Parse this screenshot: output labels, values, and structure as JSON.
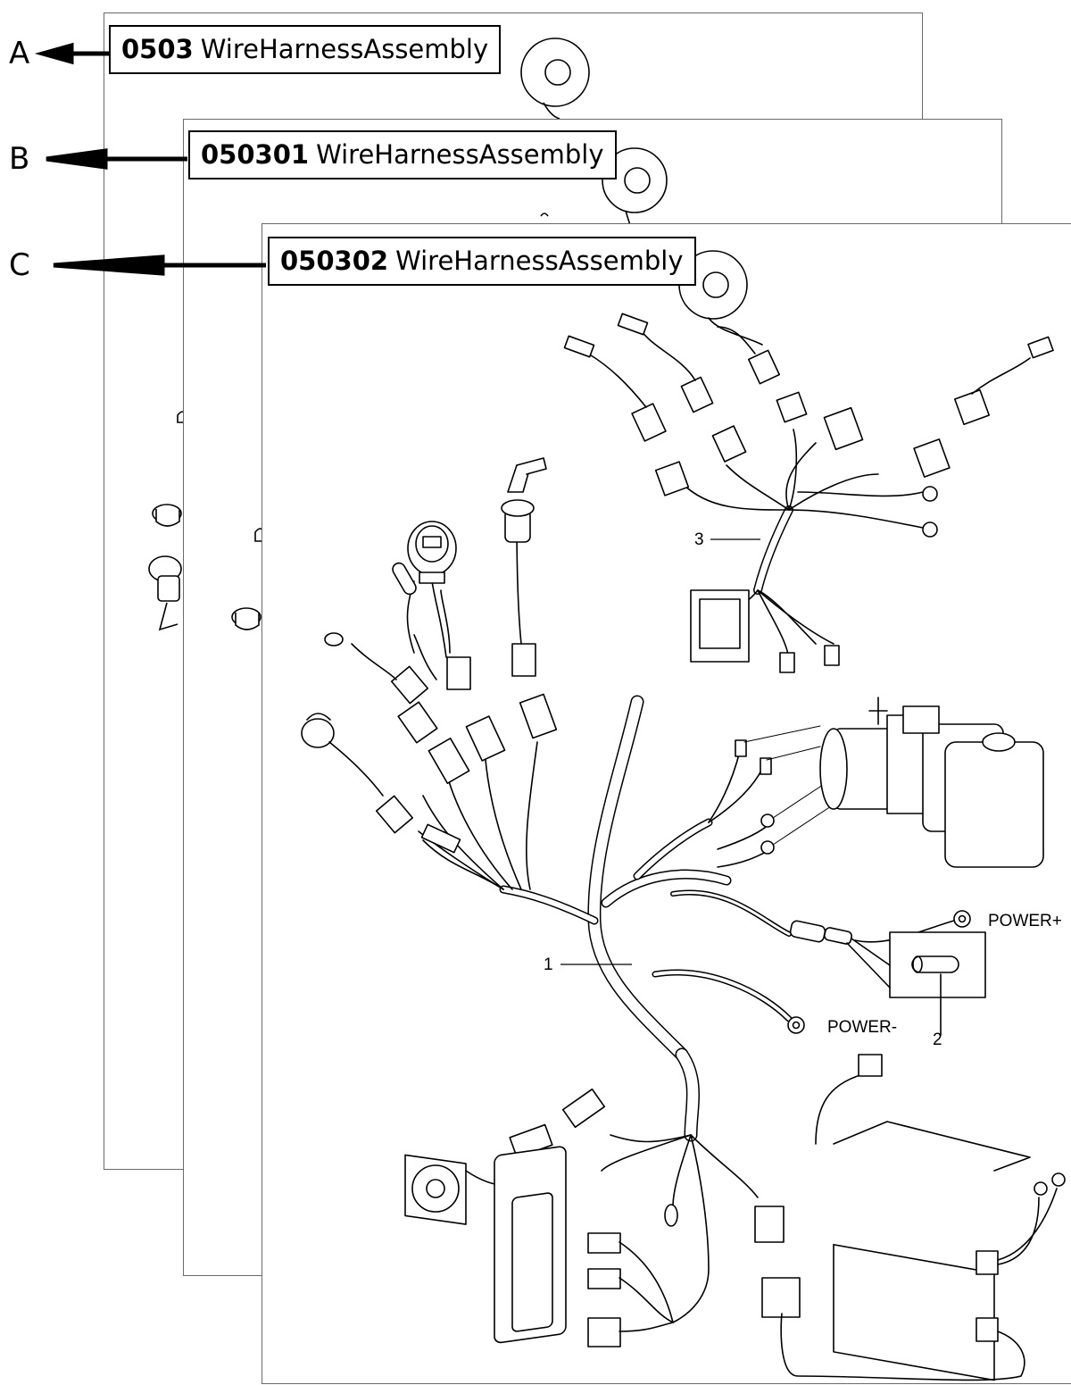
{
  "sheets": [
    {
      "letter": "A",
      "code": "0503",
      "name": "WireHarnessAssembly"
    },
    {
      "letter": "B",
      "code": "050301",
      "name": "WireHarnessAssembly"
    },
    {
      "letter": "C",
      "code": "050302",
      "name": "WireHarnessAssembly"
    }
  ],
  "callouts": {
    "part1": "1",
    "part2": "2",
    "part3": "3",
    "power_plus": "POWER+",
    "power_minus": "POWER-"
  }
}
